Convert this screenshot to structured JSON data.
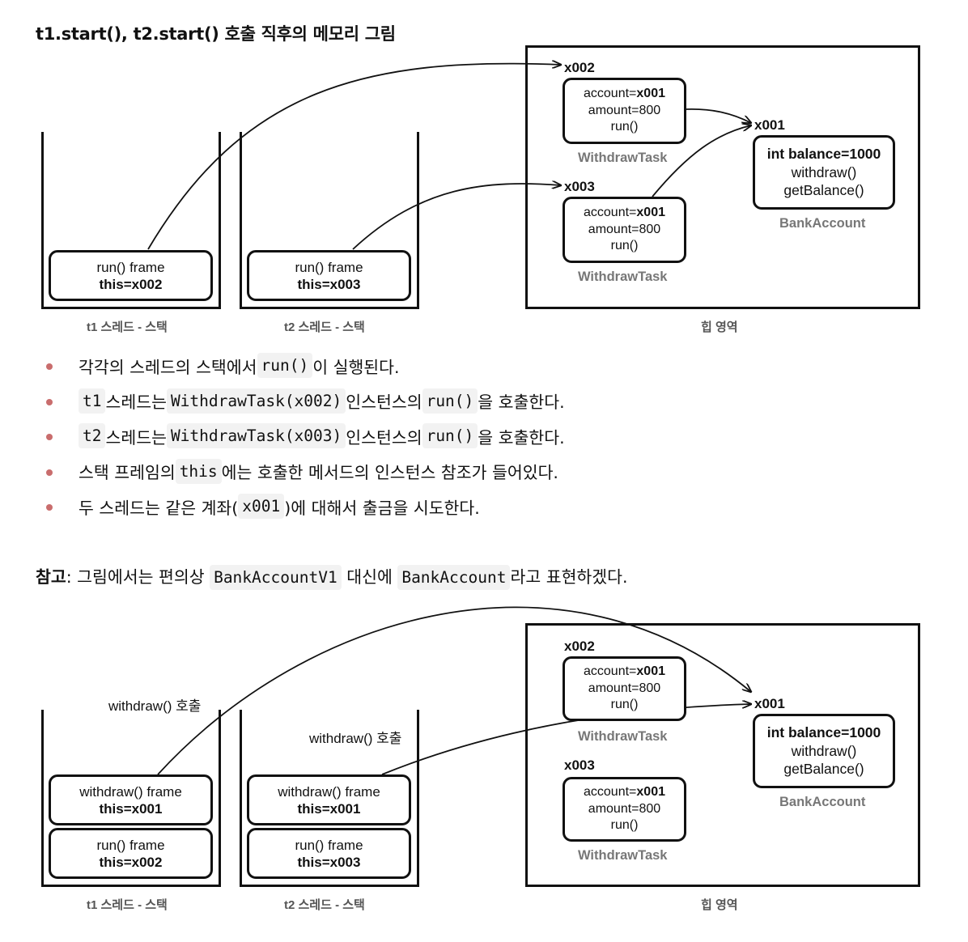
{
  "title": "t1.start(), t2.start() 호출 직후의 메모리 그림",
  "diagram1": {
    "t1_frame": {
      "line1": "run() frame",
      "line2": "this=x002"
    },
    "t2_frame": {
      "line1": "run() frame",
      "line2": "this=x003"
    },
    "t1_caption": "t1 스레드 - 스택",
    "t2_caption": "t2 스레드 - 스택",
    "heap_caption": "힙 영역",
    "task1": {
      "addr": "x002",
      "line1_prefix": "account=",
      "line1_value": "x001",
      "line2": "amount=800",
      "line3": "run()",
      "label": "WithdrawTask"
    },
    "task2": {
      "addr": "x003",
      "line1_prefix": "account=",
      "line1_value": "x001",
      "line2": "amount=800",
      "line3": "run()",
      "label": "WithdrawTask"
    },
    "bank": {
      "addr": "x001",
      "line1": "int balance=1000",
      "line2": "withdraw()",
      "line3": "getBalance()",
      "label": "BankAccount"
    }
  },
  "bullets": [
    {
      "pre": "각각의 스레드의 스택에서 ",
      "code1": "run()",
      "mid": "이 실행된다.",
      "code2": "",
      "post": ""
    },
    {
      "pre": "",
      "code1": "t1",
      "mid": " 스레드는 ",
      "code2": "WithdrawTask(x002)",
      "mid2": " 인스턴스의 ",
      "code3": "run()",
      "post": "을 호출한다."
    },
    {
      "pre": "",
      "code1": "t2",
      "mid": " 스레드는 ",
      "code2": "WithdrawTask(x003)",
      "mid2": " 인스턴스의 ",
      "code3": "run()",
      "post": "을 호출한다."
    },
    {
      "pre": "스택 프레임의 ",
      "code1": "this",
      "mid": "에는 호출한 메서드의 인스턴스 참조가 들어있다.",
      "code2": "",
      "post": ""
    },
    {
      "pre": "두 스레드는 같은 계좌(",
      "code1": "x001",
      "mid": ")에 대해서 출금을 시도한다.",
      "code2": "",
      "post": ""
    }
  ],
  "note": {
    "strong": "참고",
    "pre": ": 그림에서는 편의상 ",
    "code1": "BankAccountV1",
    "mid": " 대신에 ",
    "code2": "BankAccount",
    "post": "라고 표현하겠다."
  },
  "diagram2": {
    "t1_call": "withdraw() 호출",
    "t2_call": "withdraw() 호출",
    "t1_top": {
      "line1": "withdraw() frame",
      "line2": "this=x001"
    },
    "t1_bottom": {
      "line1": "run() frame",
      "line2": "this=x002"
    },
    "t2_top": {
      "line1": "withdraw() frame",
      "line2": "this=x001"
    },
    "t2_bottom": {
      "line1": "run() frame",
      "line2": "this=x003"
    },
    "t1_caption": "t1 스레드 - 스택",
    "t2_caption": "t2 스레드 - 스택",
    "heap_caption": "힙 영역",
    "task1": {
      "addr": "x002",
      "line1_prefix": "account=",
      "line1_value": "x001",
      "line2": "amount=800",
      "line3": "run()",
      "label": "WithdrawTask"
    },
    "task2": {
      "addr": "x003",
      "line1_prefix": "account=",
      "line1_value": "x001",
      "line2": "amount=800",
      "line3": "run()",
      "label": "WithdrawTask"
    },
    "bank": {
      "addr": "x001",
      "line1": "int balance=1000",
      "line2": "withdraw()",
      "line3": "getBalance()",
      "label": "BankAccount"
    }
  }
}
